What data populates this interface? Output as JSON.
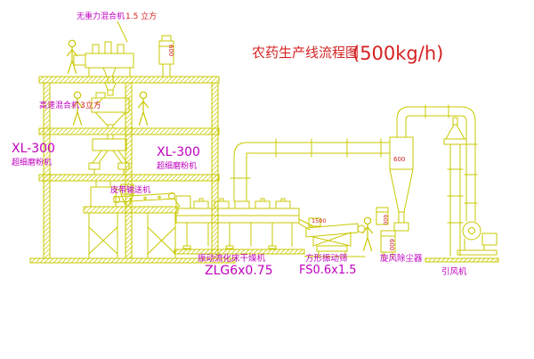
{
  "title": {
    "main": "农药生产线流程图",
    "capacity": "(500kg/h)"
  },
  "colors": {
    "line": "#c8c800",
    "label_magenta": "#bf00bf",
    "accent_red": "#d42222",
    "background": "#ffffff"
  },
  "labels": {
    "mixer_top_name": "无重力混合机",
    "mixer_top_size": "1.5 立方",
    "high_mixer_name": "高速混合机",
    "high_mixer_size": "3立方",
    "mill_left_model": "XL-300",
    "mill_left_name": "超细磨粉机",
    "mill_mid_model": "XL-300",
    "mill_mid_name": "超细磨粉机",
    "belt_conveyor": "皮带输送机",
    "dryer_name": "振动流化床干燥机",
    "dryer_model": "ZLG6x0.75",
    "screen_name": "方形振动筛",
    "screen_model": "FS0.6x1.5",
    "cyclone_name": "旋风除尘器",
    "fan_name": "引风机"
  },
  "annotations": {
    "cyclone_dim": "600",
    "screen_dim": "1500",
    "cabinet_roof": "600",
    "cabinet_1": "600",
    "cabinet_2": "600"
  }
}
